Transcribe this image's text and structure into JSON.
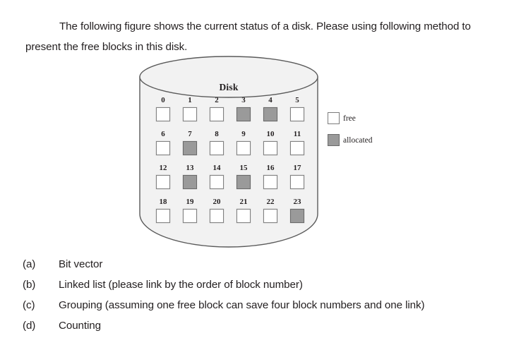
{
  "intro": {
    "text": "The following figure shows the current status of a disk. Please using following method to present the free blocks in this disk."
  },
  "figure": {
    "disk_title": "Disk",
    "colors": {
      "free": "#ffffff",
      "allocated": "#9a9a9a",
      "disk_fill": "#f2f2f2",
      "outline": "#5a5a5a"
    },
    "blocks": [
      {
        "number": "0",
        "state": "free"
      },
      {
        "number": "1",
        "state": "free"
      },
      {
        "number": "2",
        "state": "free"
      },
      {
        "number": "3",
        "state": "allocated"
      },
      {
        "number": "4",
        "state": "allocated"
      },
      {
        "number": "5",
        "state": "free"
      },
      {
        "number": "6",
        "state": "free"
      },
      {
        "number": "7",
        "state": "allocated"
      },
      {
        "number": "8",
        "state": "free"
      },
      {
        "number": "9",
        "state": "free"
      },
      {
        "number": "10",
        "state": "free"
      },
      {
        "number": "11",
        "state": "free"
      },
      {
        "number": "12",
        "state": "free"
      },
      {
        "number": "13",
        "state": "allocated"
      },
      {
        "number": "14",
        "state": "free"
      },
      {
        "number": "15",
        "state": "allocated"
      },
      {
        "number": "16",
        "state": "free"
      },
      {
        "number": "17",
        "state": "free"
      },
      {
        "number": "18",
        "state": "free"
      },
      {
        "number": "19",
        "state": "free"
      },
      {
        "number": "20",
        "state": "free"
      },
      {
        "number": "21",
        "state": "free"
      },
      {
        "number": "22",
        "state": "free"
      },
      {
        "number": "23",
        "state": "allocated"
      }
    ],
    "legend": [
      {
        "state": "free",
        "label": "free"
      },
      {
        "state": "allocated",
        "label": "allocated"
      }
    ]
  },
  "options": [
    {
      "key": "(a)",
      "text": "Bit vector"
    },
    {
      "key": "(b)",
      "text": "Linked list (please link by the order of block number)"
    },
    {
      "key": "(c)",
      "text": "Grouping (assuming one free block can save four block numbers and one link)"
    },
    {
      "key": "(d)",
      "text": "Counting"
    }
  ]
}
